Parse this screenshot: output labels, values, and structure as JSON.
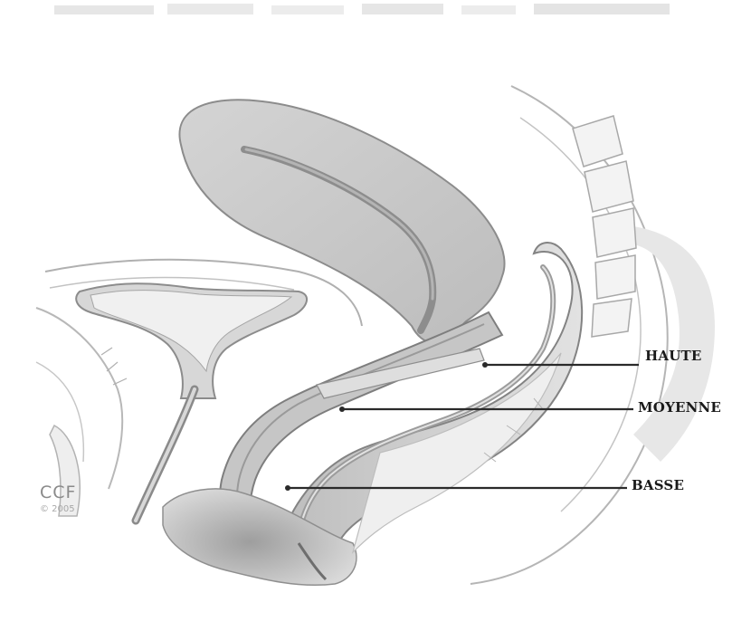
{
  "labels": {
    "high": "HAUTE",
    "middle": "MOYENNE",
    "low": "BASSE"
  },
  "watermark": {
    "logo": "CCF",
    "year": "© 2005"
  },
  "colors": {
    "background": "#ffffff",
    "outline": "#8c8c8c",
    "organ_fill": "#c9c9c9",
    "organ_dark": "#9a9a9a",
    "leader_line": "#2a2a2a"
  }
}
